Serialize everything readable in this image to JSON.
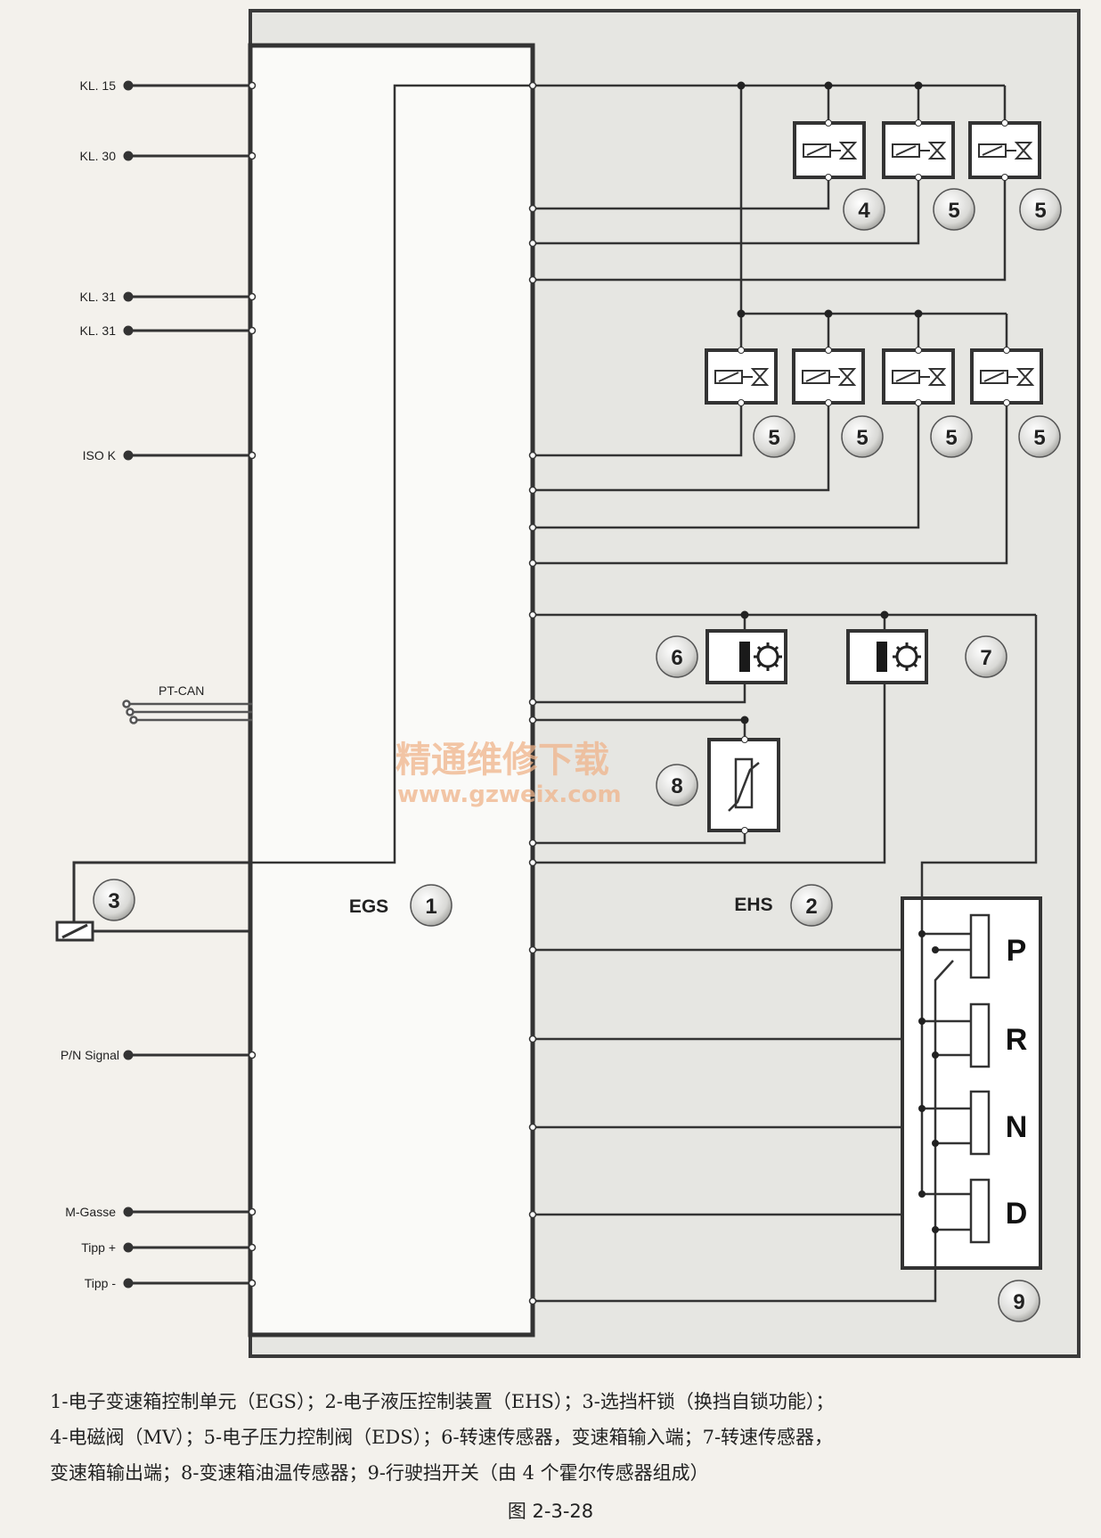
{
  "left_pins": [
    "KL. 15",
    "KL. 30",
    "KL. 31",
    "KL. 31",
    "ISO K",
    "P/N Signal",
    "M-Gasse",
    "Tipp +",
    "Tipp -"
  ],
  "bus_label": "PT-CAN",
  "units": {
    "egs": "EGS",
    "ehs": "EHS"
  },
  "badges": {
    "egs": "1",
    "ehs": "2",
    "lock": "3",
    "mv": "4",
    "eds_top_1": "5",
    "eds_top_2": "5",
    "eds_mid_1": "5",
    "eds_mid_2": "5",
    "eds_mid_3": "5",
    "eds_mid_4": "5",
    "speed_in": "6",
    "speed_out": "7",
    "temp": "8",
    "gear_switch": "9"
  },
  "gear_letters": [
    "P",
    "R",
    "N",
    "D"
  ],
  "watermark": {
    "line1": "精通维修下载",
    "line2": "www.gzweix.com"
  },
  "caption": {
    "line1": "1-电子变速箱控制单元（EGS）；2-电子液压控制装置（EHS）；3-选挡杆锁（换挡自锁功能）；",
    "line2": "4-电磁阀（MV）；5-电子压力控制阀（EDS）；6-转速传感器，变速箱输入端；7-转速传感器，",
    "line3": "变速箱输出端；8-变速箱油温传感器；9-行驶挡开关（由 4 个霍尔传感器组成）"
  },
  "figure_label": "图 2-3-28"
}
